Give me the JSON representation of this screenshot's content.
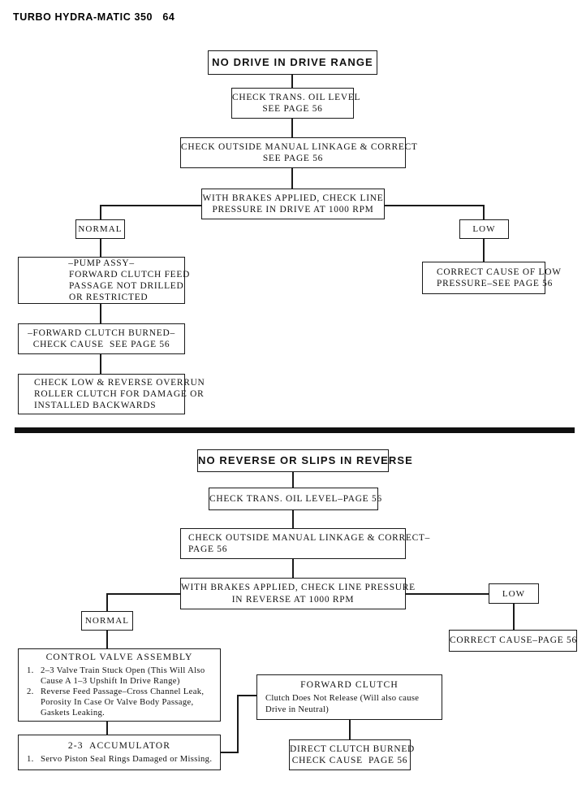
{
  "page": {
    "header": "TURBO HYDRA-MATIC 350   64"
  },
  "chart1": {
    "title": "NO DRIVE IN DRIVE RANGE",
    "oil_level": {
      "l1": "CHECK TRANS. OIL LEVEL",
      "l2": "SEE PAGE 56"
    },
    "linkage": {
      "l1": "CHECK OUTSIDE MANUAL LINKAGE & CORRECT",
      "l2": "SEE PAGE 56"
    },
    "pressure": {
      "l1": "WITH BRAKES APPLIED, CHECK LINE",
      "l2": "PRESSURE IN DRIVE AT 1000 RPM"
    },
    "normal_label": "NORMAL",
    "low_label": "LOW",
    "pump_assy": {
      "l1": "–PUMP ASSY–",
      "l2": "FORWARD CLUTCH FEED",
      "l3": "PASSAGE NOT DRILLED",
      "l4": "OR RESTRICTED"
    },
    "fwd_clutch_burned": {
      "l1": "–FORWARD CLUTCH BURNED–",
      "l2": "CHECK CAUSE  SEE PAGE 56"
    },
    "roller_clutch": {
      "l1": "CHECK LOW & REVERSE OVERRUN",
      "l2": "ROLLER CLUTCH FOR DAMAGE OR",
      "l3": "INSTALLED BACKWARDS"
    },
    "correct_low": {
      "l1": "CORRECT CAUSE OF LOW",
      "l2": "PRESSURE–SEE PAGE 56"
    }
  },
  "chart2": {
    "title": "NO REVERSE OR SLIPS IN REVERSE",
    "oil_level": {
      "l1": "CHECK TRANS. OIL LEVEL–PAGE 56"
    },
    "linkage": {
      "l1": "CHECK OUTSIDE MANUAL LINKAGE & CORRECT–",
      "l2": "PAGE 56"
    },
    "pressure": {
      "l1": "WITH BRAKES APPLIED, CHECK LINE PRESSURE",
      "l2": "IN REVERSE AT 1000 RPM"
    },
    "normal_label": "NORMAL",
    "low_label": "LOW",
    "correct_cause": {
      "l1": "CORRECT CAUSE–PAGE 56"
    },
    "control_valve": {
      "heading": "CONTROL VALVE ASSEMBLY",
      "items": [
        {
          "num": "1.",
          "text": "2–3 Valve Train Stuck Open (This Will Also Cause A 1–3 Upshift In Drive Range)"
        },
        {
          "num": "2.",
          "text": "Reverse Feed Passage–Cross Channel Leak, Porosity In Case Or Valve Body Passage, Gaskets Leaking."
        }
      ]
    },
    "accumulator": {
      "heading": "2-3  ACCUMULATOR",
      "items": [
        {
          "num": "1.",
          "text": "Servo Piston Seal Rings Damaged or Missing."
        }
      ]
    },
    "forward_clutch": {
      "heading": "FORWARD CLUTCH",
      "body": "Clutch Does Not Release (Will also cause Drive in Neutral)"
    },
    "direct_clutch_burned": {
      "l1": "DIRECT CLUTCH BURNED",
      "l2": "CHECK CAUSE  PAGE 56"
    }
  }
}
